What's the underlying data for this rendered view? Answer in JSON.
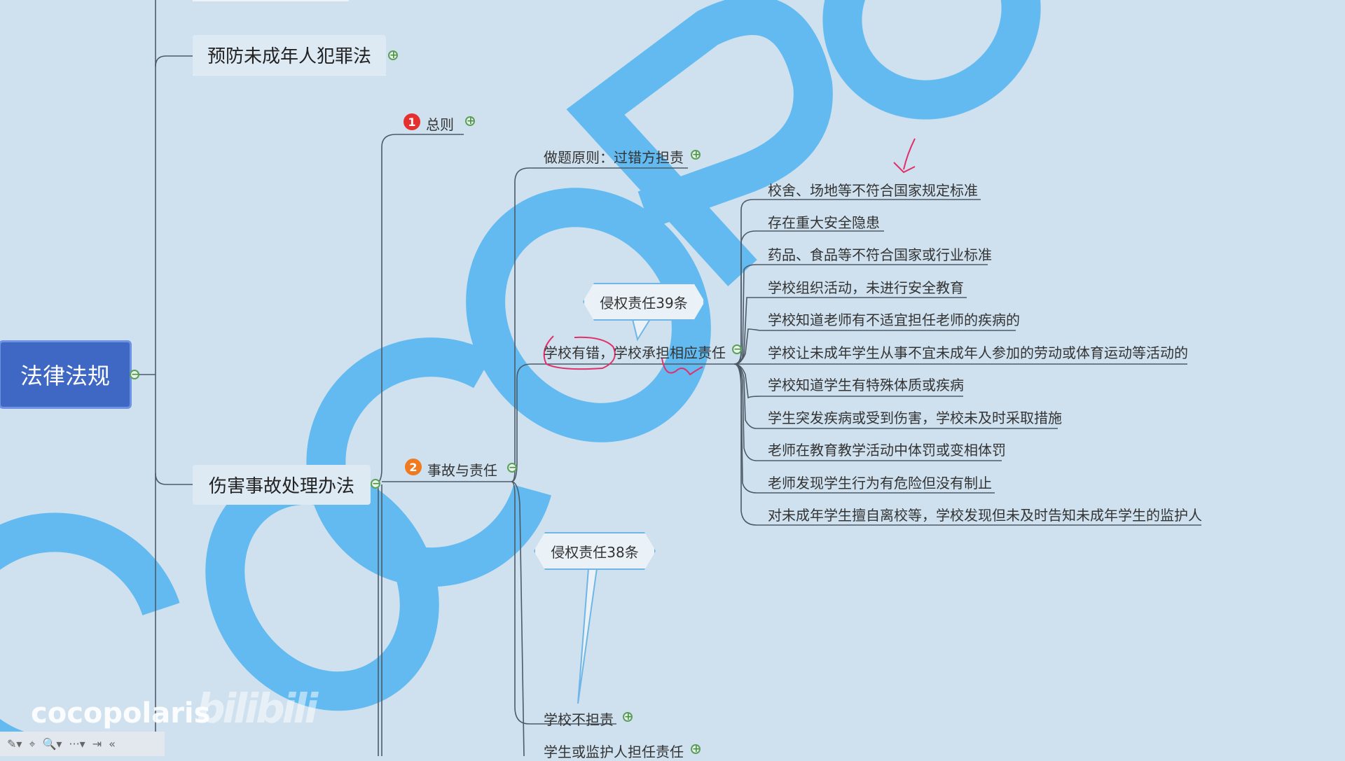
{
  "mindmap": {
    "root": "法律法规",
    "branch_top": "预防未成年人犯罪法",
    "branch_main": "伤害事故处理办法",
    "sub1": {
      "num": "1",
      "label": "总则"
    },
    "sub2": {
      "num": "2",
      "label": "事故与责任"
    },
    "principle": "做题原则：过错方担责",
    "fault_school": "学校有错，学校承担相应责任",
    "callout_39": "侵权责任39条",
    "callout_38": "侵权责任38条",
    "school_not_liable": "学校不担责",
    "student_guardian": "学生或监护人担任责任",
    "leaves": [
      "校舍、场地等不符合国家规定标准",
      "存在重大安全隐患",
      "药品、食品等不符合国家或行业标准",
      "学校组织活动，未进行安全教育",
      "学校知道老师有不适宜担任老师的疾病的",
      "学校让未成年学生从事不宜未成年人参加的劳动或体育运动等活动的",
      "学校知道学生有特殊体质或疾病",
      "学生突发疾病或受到伤害，学校未及时采取措施",
      "老师在教育教学活动中体罚或变相体罚",
      "老师发现学生行为有危险但没有制止",
      "对未成年学生擅自离校等，学校发现但未及时告知未成年学生的监护人"
    ]
  },
  "watermark": {
    "big_letters": "COCOPO",
    "channel": "cocopolaris",
    "site": "bilibili"
  },
  "colors": {
    "background": "#cfe1ef",
    "root": "#3f68c4",
    "badge1": "#e53030",
    "badge2": "#f07a20",
    "watermark": "#5cb8f0",
    "ink": "#e0306a"
  },
  "toolbar": {
    "pen": "✎▾",
    "pin": "⌖",
    "zoom": "🔍▾",
    "more": "···▾",
    "export": "⇥",
    "collapse": "«"
  }
}
